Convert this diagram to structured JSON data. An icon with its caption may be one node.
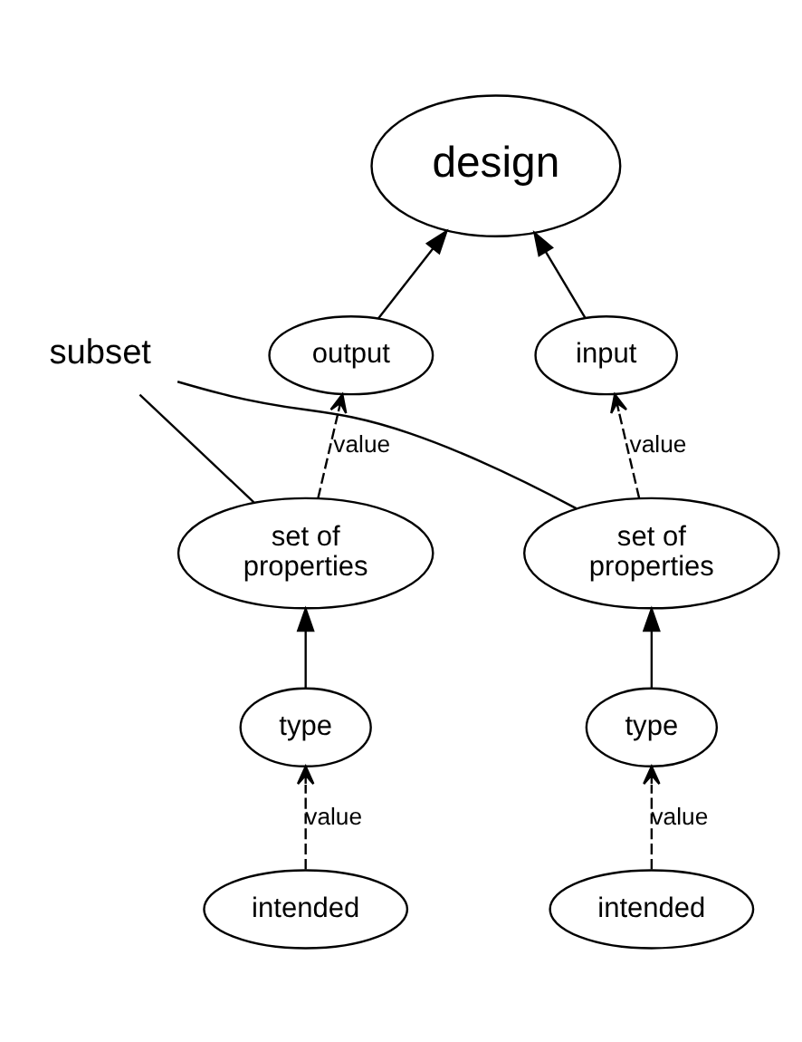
{
  "diagram": {
    "nodes": [
      {
        "text": [
          "design"
        ]
      },
      {
        "text": [
          "input"
        ]
      },
      {
        "text": [
          "output"
        ]
      },
      {
        "text": [
          "subset"
        ]
      },
      {
        "text": [
          "set of properties"
        ]
      },
      {
        "text": [
          "set of properties"
        ]
      },
      {
        "text": [
          "type"
        ]
      },
      {
        "text": [
          "type"
        ]
      },
      {
        "text": [
          "intended"
        ]
      },
      {
        "text": [
          "intended"
        ]
      }
    ],
    "edges": [
      {
        "from": 1,
        "to": 0,
        "arrow": "to"
      },
      {
        "from": 2,
        "to": 0,
        "arrow": "to"
      },
      {
        "from": 4,
        "to": 1,
        "arrow": "to",
        "style": "dashed",
        "label": "value"
      },
      {
        "from": 5,
        "to": 2,
        "arrow": "to",
        "style": "dashed",
        "label": "value"
      },
      {
        "from": 3,
        "to": 4,
        "arrow": "none"
      },
      {
        "from": 3,
        "to": 5,
        "arrow": "none"
      },
      {
        "from": 6,
        "to": 4,
        "arrow": "to"
      },
      {
        "from": 7,
        "to": 5,
        "arrow": "to"
      },
      {
        "from": 8,
        "to": 6,
        "arrow": "to",
        "style": "dashed",
        "label": "value"
      },
      {
        "from": 9,
        "to": 7,
        "arrow": "to",
        "style": "dashed",
        "label": "value"
      }
    ]
  }
}
